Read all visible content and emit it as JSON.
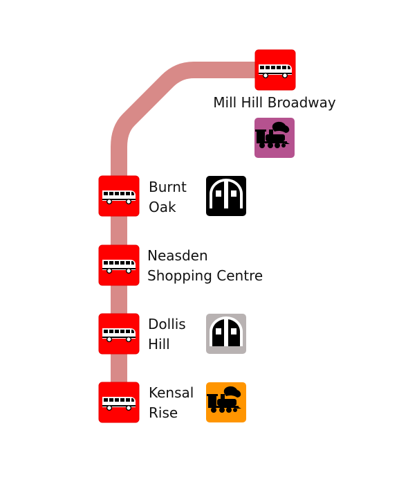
{
  "colors": {
    "route_line": "#d88a88",
    "bus_stop_background": "#ff0000",
    "underground_black": "#000000",
    "underground_grey": "#b8b2b2",
    "national_rail_purple": "#b5528f",
    "overground_orange": "#ff9500"
  },
  "stops": [
    {
      "id": "mill-hill-broadway",
      "label_lines": [
        "Mill Hill Broadway"
      ],
      "icon": "bus-icon",
      "connections": [
        {
          "icon": "steam-train-icon",
          "color": "#b5528f"
        }
      ]
    },
    {
      "id": "burnt-oak",
      "label_lines": [
        "Burnt",
        "Oak"
      ],
      "icon": "bus-icon",
      "connections": [
        {
          "icon": "underground-train-icon",
          "color": "#000000"
        }
      ]
    },
    {
      "id": "neasden-shopping-centre",
      "label_lines": [
        "Neasden",
        "Shopping Centre"
      ],
      "icon": "bus-icon",
      "connections": []
    },
    {
      "id": "dollis-hill",
      "label_lines": [
        "Dollis",
        "Hill"
      ],
      "icon": "bus-icon",
      "connections": [
        {
          "icon": "underground-train-icon",
          "color": "#b8b2b2"
        }
      ]
    },
    {
      "id": "kensal-rise",
      "label_lines": [
        "Kensal",
        "Rise"
      ],
      "icon": "bus-icon",
      "connections": [
        {
          "icon": "steam-train-icon",
          "color": "#ff9500"
        }
      ]
    }
  ]
}
